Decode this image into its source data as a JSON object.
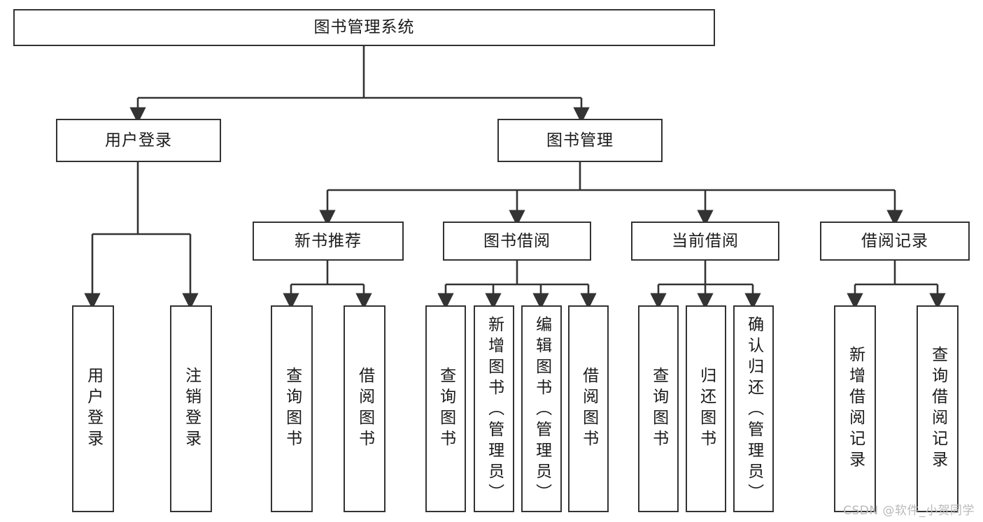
{
  "diagram": {
    "title": "图书管理系统",
    "watermark": "CSDN @软件_小贺同学",
    "colors": {
      "box_border": "#333333",
      "box_fill": "#ffffff",
      "edge": "#333333",
      "text": "#1a1a1a",
      "watermark": "#b9b9b9",
      "background": "#ffffff"
    },
    "nodes": {
      "root": {
        "label": "图书管理系统"
      },
      "level2": [
        {
          "id": "user_login",
          "label": "用户登录"
        },
        {
          "id": "book_manage",
          "label": "图书管理"
        }
      ],
      "level3": [
        {
          "id": "new_book_rec",
          "label": "新书推荐"
        },
        {
          "id": "book_borrow",
          "label": "图书借阅"
        },
        {
          "id": "current_borrow",
          "label": "当前借阅"
        },
        {
          "id": "borrow_record",
          "label": "借阅记录"
        }
      ],
      "leaves": [
        {
          "id": "leaf_user_login",
          "label": "用户登录",
          "parent": "user_login"
        },
        {
          "id": "leaf_logout",
          "label": "注销登录",
          "parent": "user_login"
        },
        {
          "id": "leaf_query_book_1",
          "label": "查询图书",
          "parent": "new_book_rec"
        },
        {
          "id": "leaf_borrow_book_1",
          "label": "借阅图书",
          "parent": "new_book_rec"
        },
        {
          "id": "leaf_query_book_2",
          "label": "查询图书",
          "parent": "book_borrow"
        },
        {
          "id": "leaf_add_book",
          "label": "新增图书（管理员）",
          "parent": "book_borrow"
        },
        {
          "id": "leaf_edit_book",
          "label": "编辑图书（管理员）",
          "parent": "book_borrow"
        },
        {
          "id": "leaf_borrow_book_2",
          "label": "借阅图书",
          "parent": "book_borrow"
        },
        {
          "id": "leaf_query_book_3",
          "label": "查询图书",
          "parent": "current_borrow"
        },
        {
          "id": "leaf_return_book",
          "label": "归还图书",
          "parent": "current_borrow"
        },
        {
          "id": "leaf_confirm_return",
          "label": "确认归还（管理员）",
          "parent": "current_borrow"
        },
        {
          "id": "leaf_add_record",
          "label": "新增借阅记录",
          "parent": "borrow_record"
        },
        {
          "id": "leaf_query_record",
          "label": "查询借阅记录",
          "parent": "borrow_record"
        }
      ]
    }
  }
}
